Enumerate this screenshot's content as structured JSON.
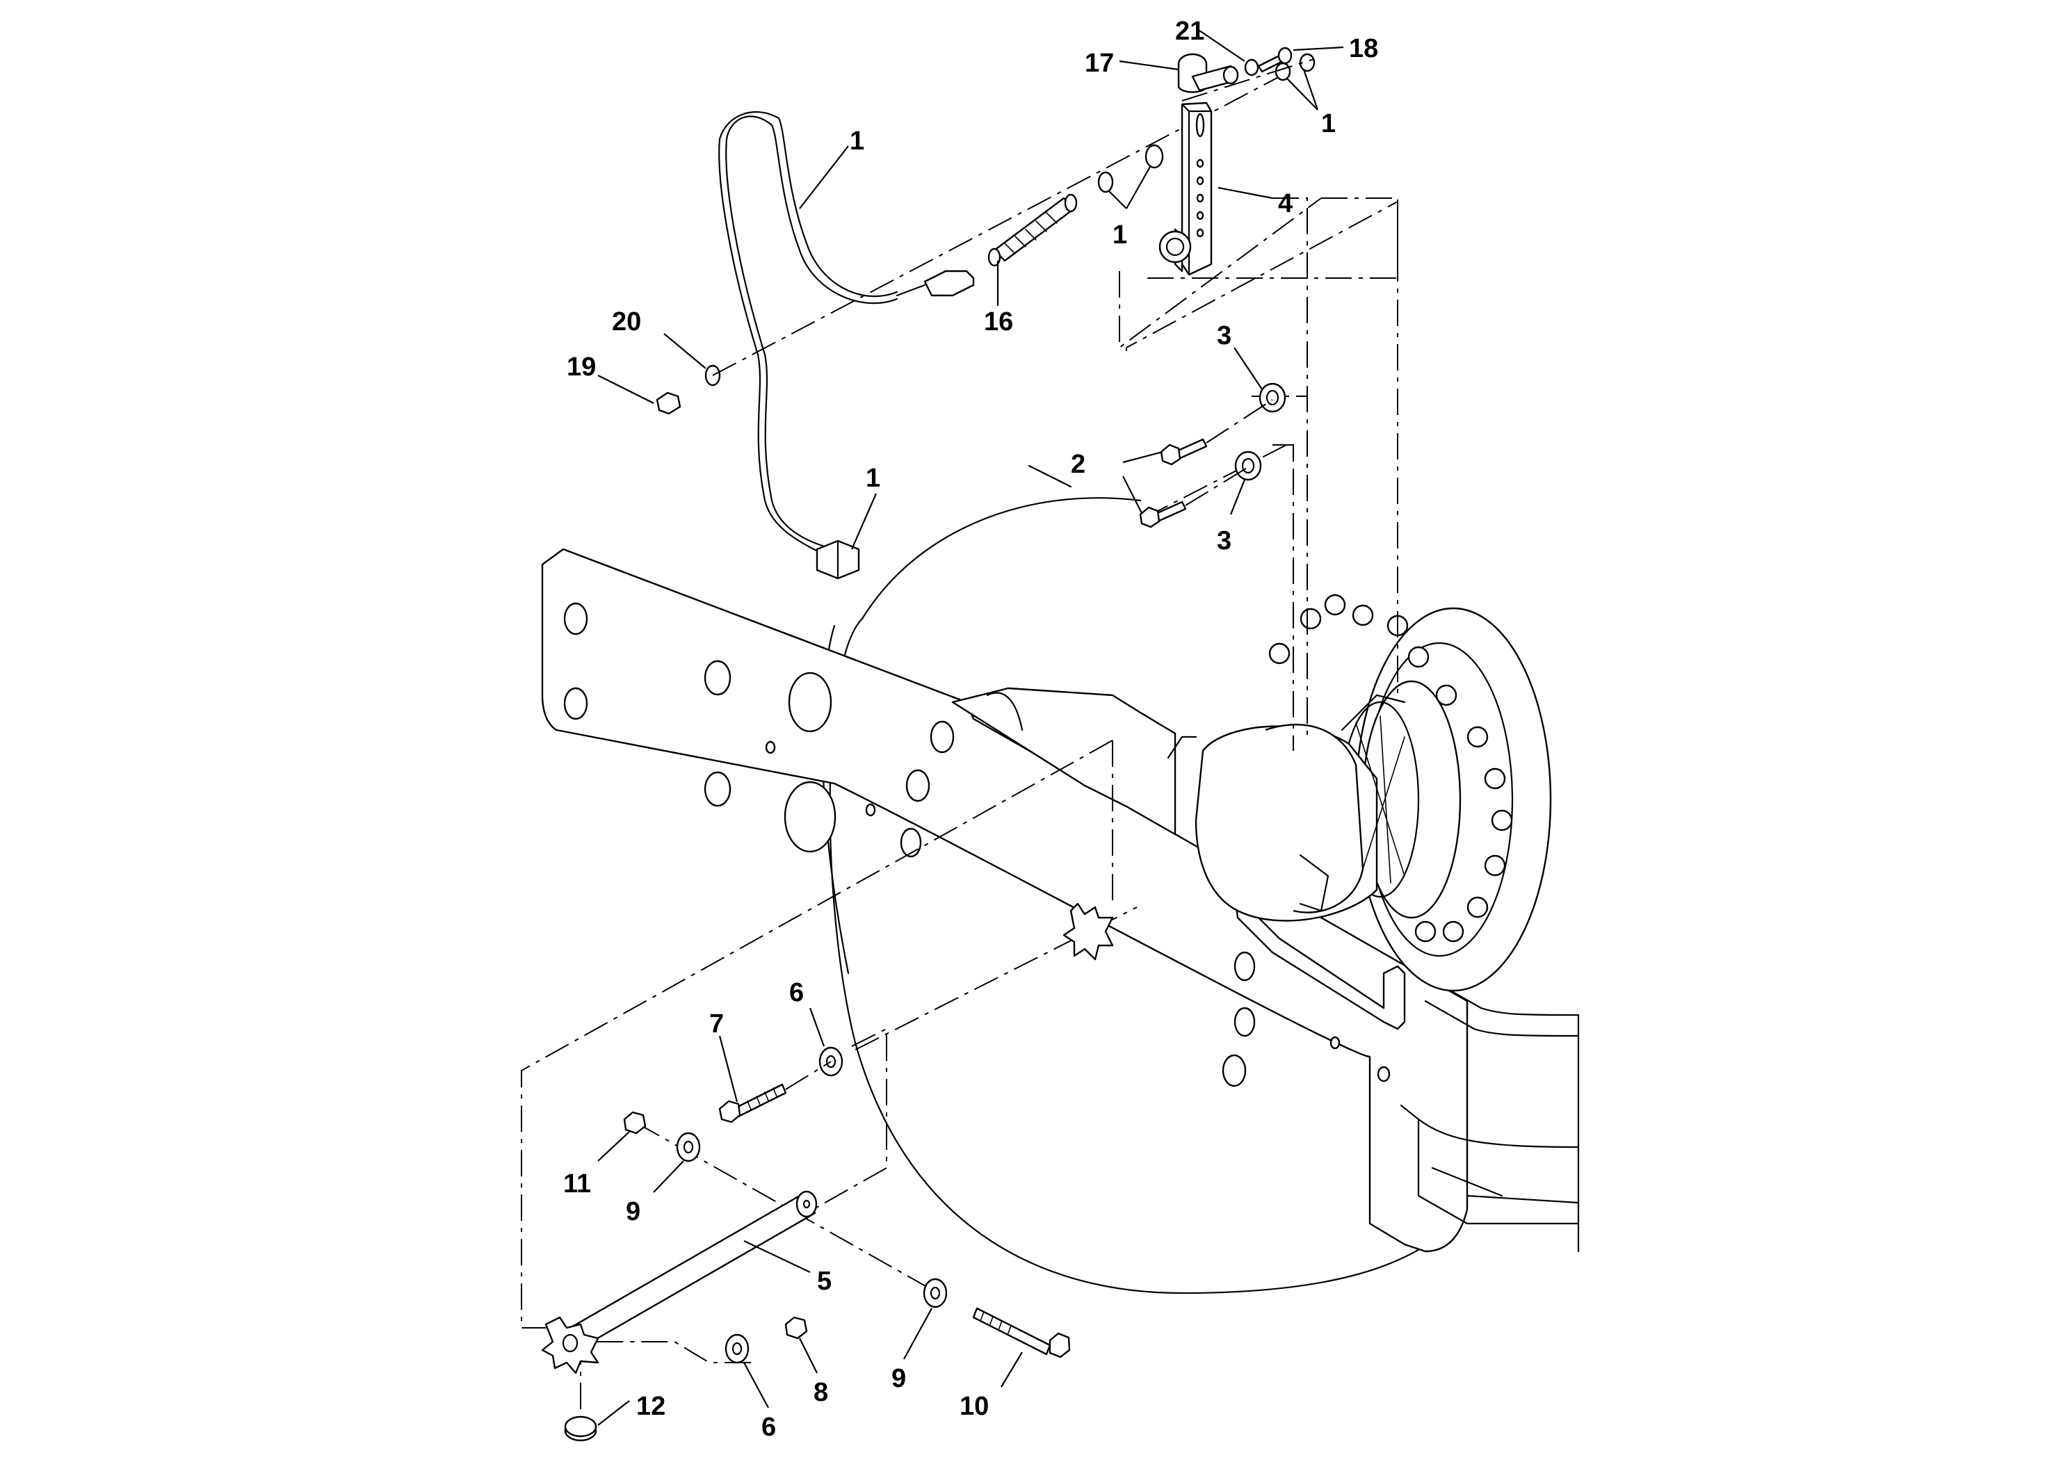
{
  "callouts": [
    {
      "id": "c21",
      "text": "21"
    },
    {
      "id": "c18",
      "text": "18"
    },
    {
      "id": "c17",
      "text": "17"
    },
    {
      "id": "c1a",
      "text": "1"
    },
    {
      "id": "c1b",
      "text": "1"
    },
    {
      "id": "c1c",
      "text": "1"
    },
    {
      "id": "c4",
      "text": "4"
    },
    {
      "id": "c16",
      "text": "16"
    },
    {
      "id": "c20",
      "text": "20"
    },
    {
      "id": "c19",
      "text": "19"
    },
    {
      "id": "c3a",
      "text": "3"
    },
    {
      "id": "c2",
      "text": "2"
    },
    {
      "id": "c3b",
      "text": "3"
    },
    {
      "id": "c1d",
      "text": "1"
    },
    {
      "id": "c6a",
      "text": "6"
    },
    {
      "id": "c7",
      "text": "7"
    },
    {
      "id": "c11",
      "text": "11"
    },
    {
      "id": "c9a",
      "text": "9"
    },
    {
      "id": "c5",
      "text": "5"
    },
    {
      "id": "c9b",
      "text": "9"
    },
    {
      "id": "c10",
      "text": "10"
    },
    {
      "id": "c8",
      "text": "8"
    },
    {
      "id": "c6b",
      "text": "6"
    },
    {
      "id": "c12",
      "text": "12"
    }
  ]
}
